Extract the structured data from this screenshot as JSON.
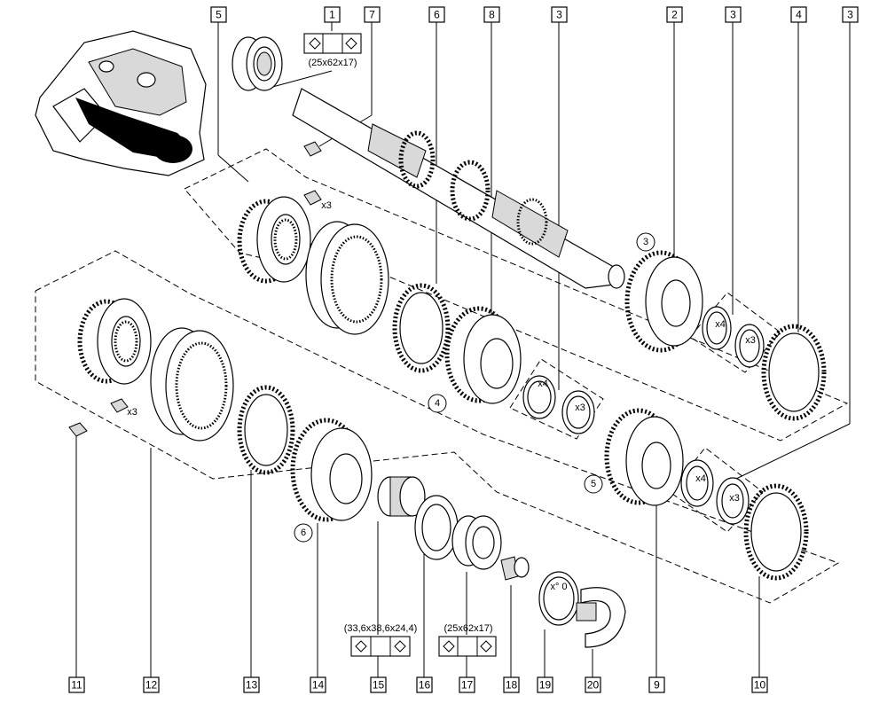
{
  "callouts": {
    "top": [
      "5",
      "1",
      "7",
      "6",
      "8",
      "3",
      "2",
      "3",
      "4",
      "3"
    ],
    "bottom": [
      "11",
      "12",
      "13",
      "14",
      "15",
      "16",
      "17",
      "18",
      "19",
      "20",
      "9",
      "10"
    ]
  },
  "step_markers": [
    "3",
    "4",
    "5",
    "6"
  ],
  "quantity_labels": {
    "x3": "x3",
    "x4": "x4"
  },
  "bearing_specs": {
    "top": "(25x62x17)",
    "needle": "(33,6x38,6x24,4)",
    "lower": "(25x62x17)"
  },
  "colors": {
    "line": "#000000",
    "background": "#ffffff",
    "shading": "#d9d9d9"
  }
}
